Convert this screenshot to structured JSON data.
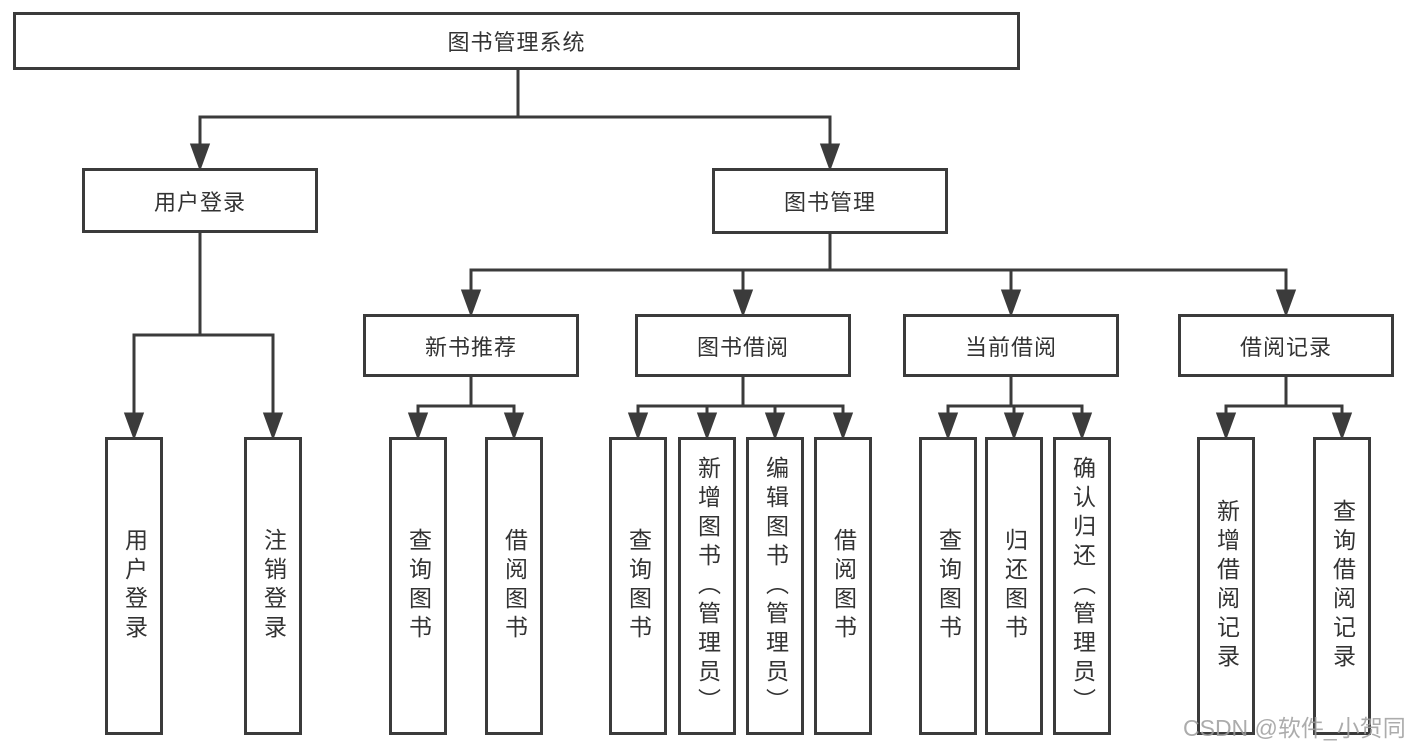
{
  "diagram": {
    "title": "图书管理系统",
    "branches": [
      {
        "label": "用户登录",
        "children": [
          {
            "label": "用户登录"
          },
          {
            "label": "注销登录"
          }
        ]
      },
      {
        "label": "图书管理",
        "children": [
          {
            "label": "新书推荐",
            "children": [
              {
                "label": "查询图书"
              },
              {
                "label": "借阅图书"
              }
            ]
          },
          {
            "label": "图书借阅",
            "children": [
              {
                "label": "查询图书"
              },
              {
                "label": "新增图书（管理员）"
              },
              {
                "label": "编辑图书（管理员）"
              },
              {
                "label": "借阅图书"
              }
            ]
          },
          {
            "label": "当前借阅",
            "children": [
              {
                "label": "查询图书"
              },
              {
                "label": "归还图书"
              },
              {
                "label": "确认归还（管理员）"
              }
            ]
          },
          {
            "label": "借阅记录",
            "children": [
              {
                "label": "新增借阅记录"
              },
              {
                "label": "查询借阅记录"
              }
            ]
          }
        ]
      }
    ]
  },
  "watermark": "CSDN @软件_小贺同学",
  "colors": {
    "line": "#3b3b3b",
    "text": "#333333",
    "background": "#ffffff",
    "watermark": "#9e9e9e"
  }
}
